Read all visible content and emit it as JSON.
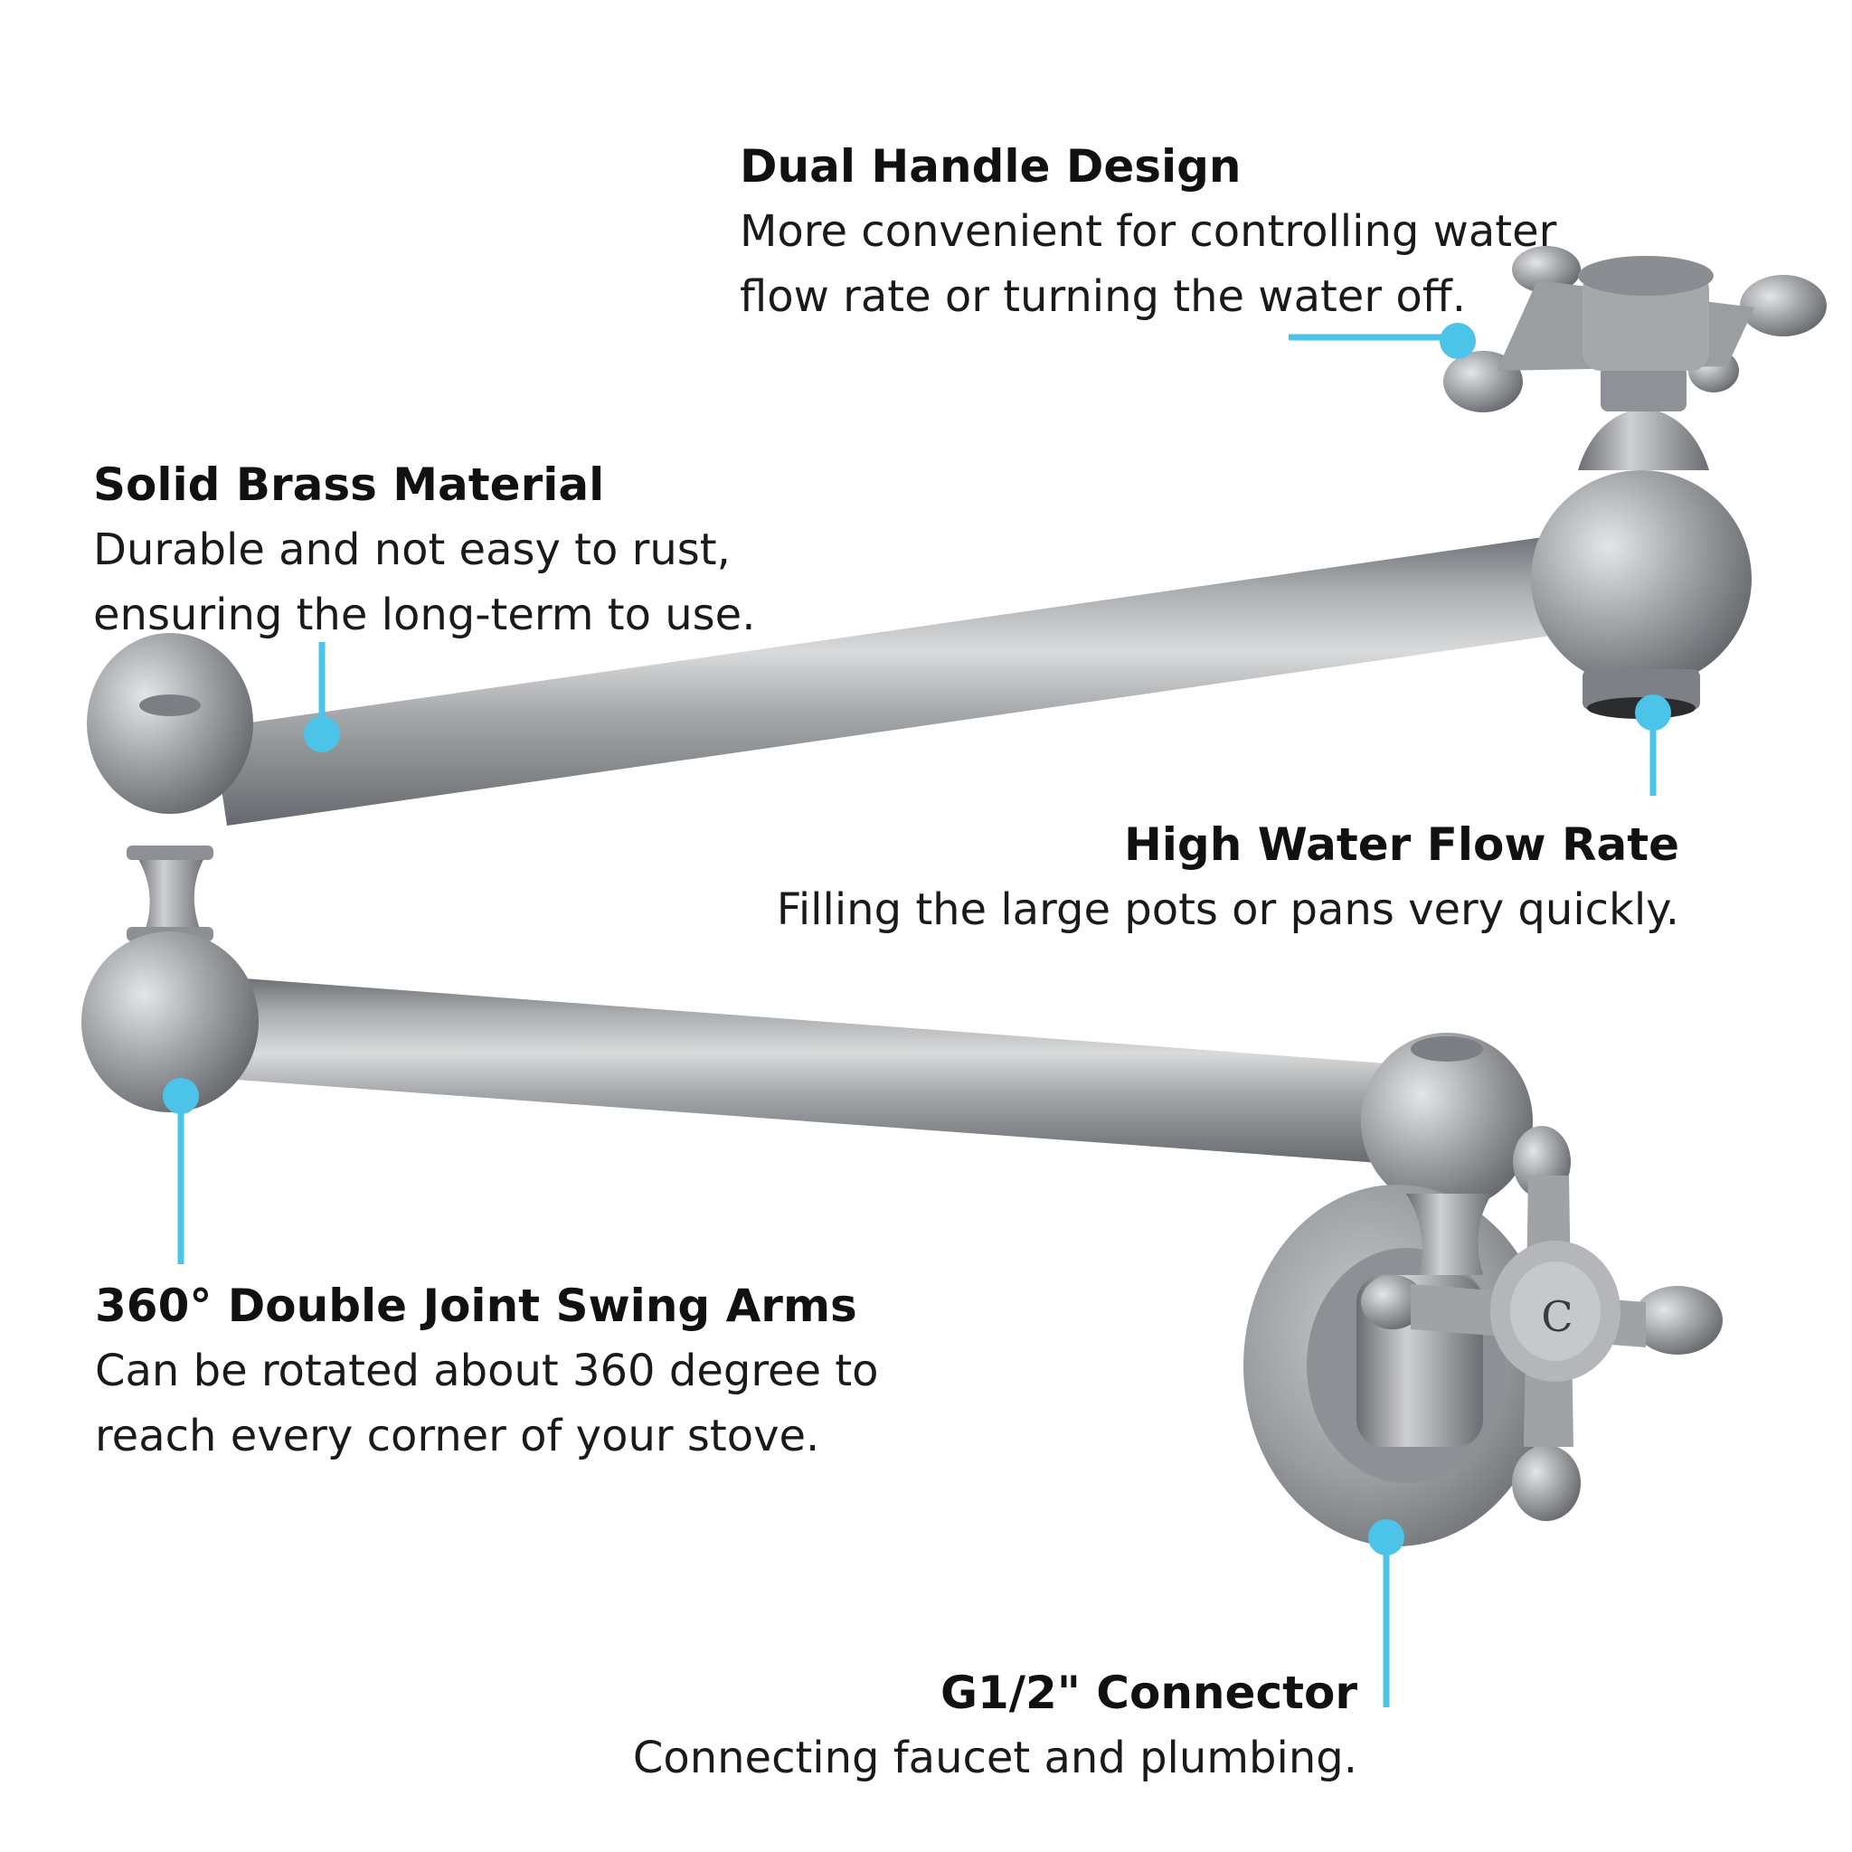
{
  "accent_color": "#4cc3e8",
  "product": {
    "name": "pot-filler-faucet",
    "handle_cap_letter": "C"
  },
  "callouts": {
    "dual_handle": {
      "title": "Dual Handle Design",
      "line1": "More convenient for controlling water",
      "line2": "flow rate or turning the water off."
    },
    "solid_brass": {
      "title": "Solid Brass Material",
      "line1": "Durable and not easy to rust,",
      "line2": "ensuring the long-term to use."
    },
    "high_flow": {
      "title": "High Water Flow Rate",
      "line1": "Filling the large pots or pans very quickly."
    },
    "swing_arms": {
      "title": "360° Double Joint Swing Arms",
      "line1": "Can be rotated about 360 degree to",
      "line2": "reach every corner of your stove."
    },
    "connector": {
      "title": "G1/2\" Connector",
      "line1": "Connecting faucet and plumbing."
    }
  }
}
